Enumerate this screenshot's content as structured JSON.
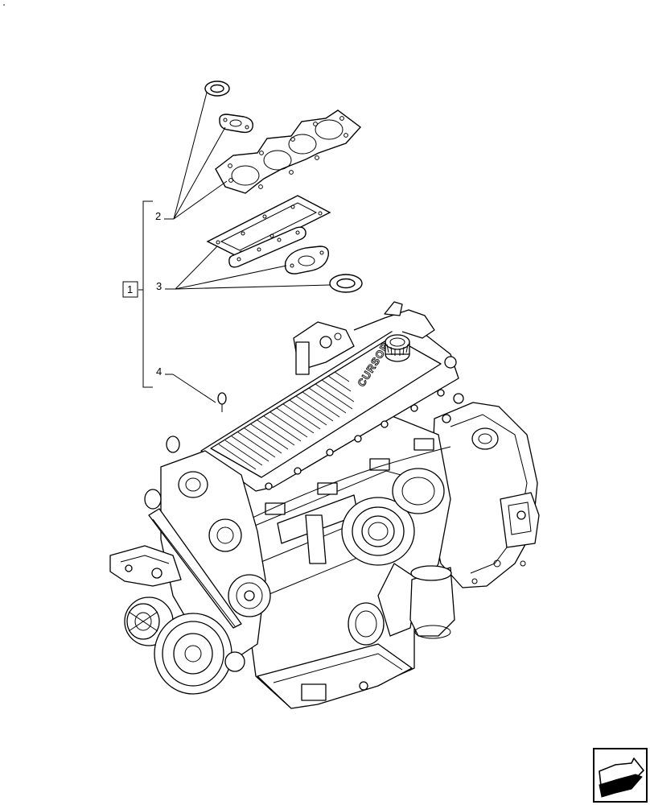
{
  "callouts": {
    "assembly": "1",
    "gasket_set_top": "2",
    "gasket_set_bottom": "3",
    "engine": "4"
  },
  "engine_cover_logo": "CURSOR",
  "nav_icon": "arrow-icon"
}
